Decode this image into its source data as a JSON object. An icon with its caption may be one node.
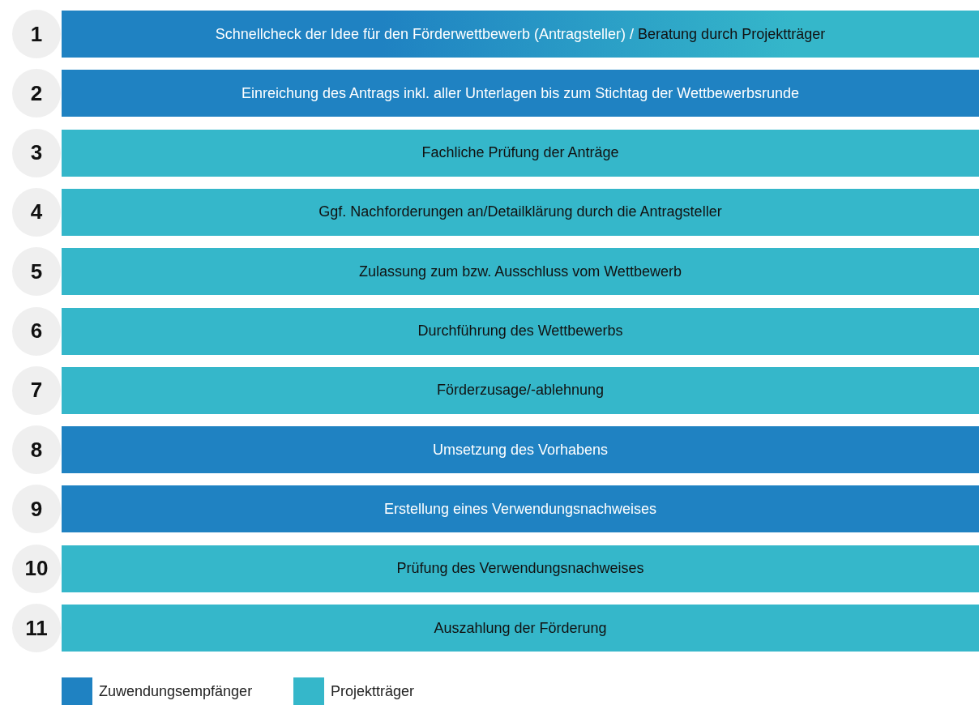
{
  "diagram": {
    "nodes": [
      {
        "text": [
          "1"
        ]
      },
      {
        "text": [
          "Schnellcheck der Idee für den Förderwettbewerb (Antragsteller) /",
          "Beratung durch Projektträger"
        ]
      },
      {
        "text": [
          "2"
        ]
      },
      {
        "text": [
          "Einreichung des Antrags inkl. aller Unterlagen bis zum Stichtag der Wettbewerbsrunde"
        ]
      },
      {
        "text": [
          "3"
        ]
      },
      {
        "text": [
          "Fachliche Prüfung der Anträge"
        ]
      },
      {
        "text": [
          "4"
        ]
      },
      {
        "text": [
          "Ggf. Nachforderungen an/Detailklärung durch die Antragsteller"
        ]
      },
      {
        "text": [
          "5"
        ]
      },
      {
        "text": [
          "Zulassung zum bzw. Ausschluss vom Wettbewerb"
        ]
      },
      {
        "text": [
          "6"
        ]
      },
      {
        "text": [
          "Durchführung des Wettbewerbs"
        ]
      },
      {
        "text": [
          "7"
        ]
      },
      {
        "text": [
          "Förderzusage/-ablehnung"
        ]
      },
      {
        "text": [
          "8"
        ]
      },
      {
        "text": [
          "Umsetzung des Vorhabens"
        ]
      },
      {
        "text": [
          "9"
        ]
      },
      {
        "text": [
          "Erstellung eines Verwendungsnachweises"
        ]
      },
      {
        "text": [
          "10"
        ]
      },
      {
        "text": [
          "Prüfung des Verwendungsnachweises"
        ]
      },
      {
        "text": [
          "11"
        ]
      },
      {
        "text": [
          "Auszahlung der Förderung"
        ]
      }
    ],
    "legend": [
      {
        "text": "Zuwendungsempfänger",
        "color": "#1f82c2"
      },
      {
        "text": "Projektträger",
        "color": "#35b7ca"
      }
    ]
  }
}
